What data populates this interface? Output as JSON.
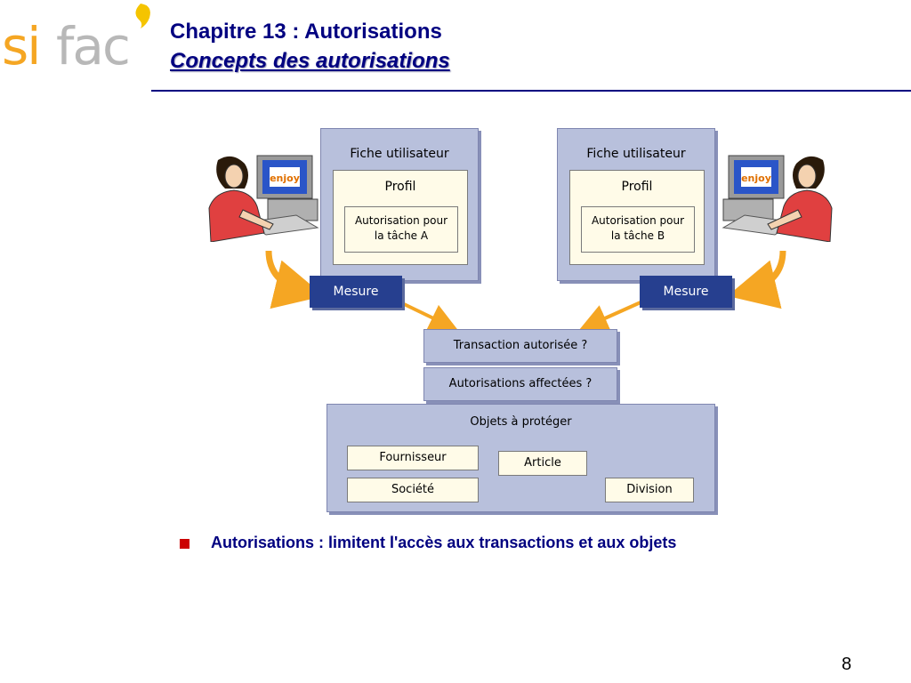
{
  "logo": {
    "text": "sifac"
  },
  "header": {
    "title": "Chapitre 13 : Autorisations",
    "subtitle": "Concepts des autorisations"
  },
  "diagram": {
    "left_user": {
      "record": "Fiche utilisateur",
      "profile": "Profil",
      "authorization_line1": "Autorisation pour",
      "authorization_line2": "la tâche A",
      "action": "Mesure"
    },
    "right_user": {
      "record": "Fiche utilisateur",
      "profile": "Profil",
      "authorization_line1": "Autorisation pour",
      "authorization_line2": "la tâche B",
      "action": "Mesure"
    },
    "check1": "Transaction autorisée ?",
    "check2": "Autorisations affectées ?",
    "objects": {
      "title": "Objets à protéger",
      "items": [
        "Fournisseur",
        "Article",
        "Société",
        "Division"
      ]
    },
    "screen_logo": "enjoy"
  },
  "bullet": "Autorisations : limitent l'accès aux transactions et aux objets",
  "page_number": "8",
  "colors": {
    "title": "#000080",
    "accent": "#f5a623",
    "panel": "#b8c0dc",
    "mesure": "#263f8f"
  }
}
